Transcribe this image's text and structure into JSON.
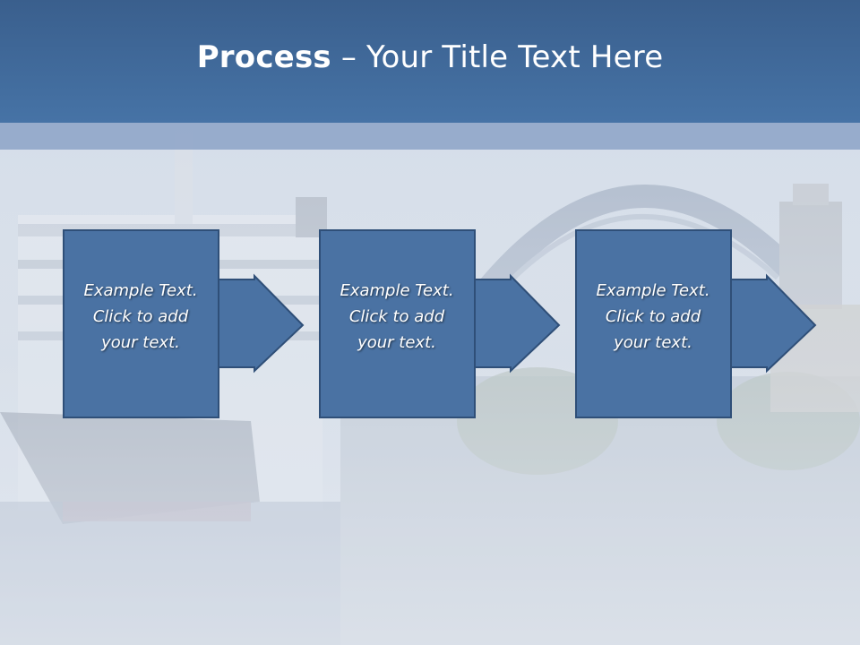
{
  "slide": {
    "title_bold": "Process",
    "title_rest": " – Your Title Text Here"
  },
  "steps": [
    {
      "line1": "Example Text.",
      "line2": "Click  to add",
      "line3": "your text."
    },
    {
      "line1": "Example Text.",
      "line2": "Click  to add",
      "line3": "your text."
    },
    {
      "line1": "Example Text.",
      "line2": "Click  to add",
      "line3": "your text."
    }
  ],
  "colors": {
    "header": "#4673a6",
    "box_fill": "#4a72a3",
    "box_stroke": "#2f4f78"
  },
  "background": {
    "icon": "harbour-photo-image"
  }
}
